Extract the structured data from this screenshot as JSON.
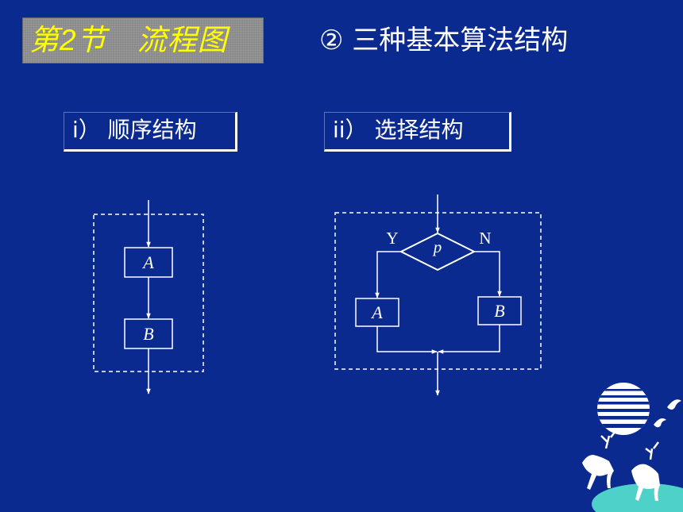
{
  "slide": {
    "badge": "第2节　流程图",
    "heading": "② 三种基本算法结构"
  },
  "sequence_structure": {
    "label": "i） 顺序结构",
    "box_a": "A",
    "box_b": "B"
  },
  "selection_structure": {
    "label": "ii） 选择结构",
    "condition": "p",
    "yes_label": "Y",
    "no_label": "N",
    "box_a": "A",
    "box_b": "B"
  },
  "colors": {
    "background": "#0b2a8f",
    "badge_text": "#ffff00",
    "badge_bg": "#8a8a8a",
    "lines": "#ffffff"
  },
  "icons": {
    "logo": "moon-and-deer-logo-icon"
  }
}
